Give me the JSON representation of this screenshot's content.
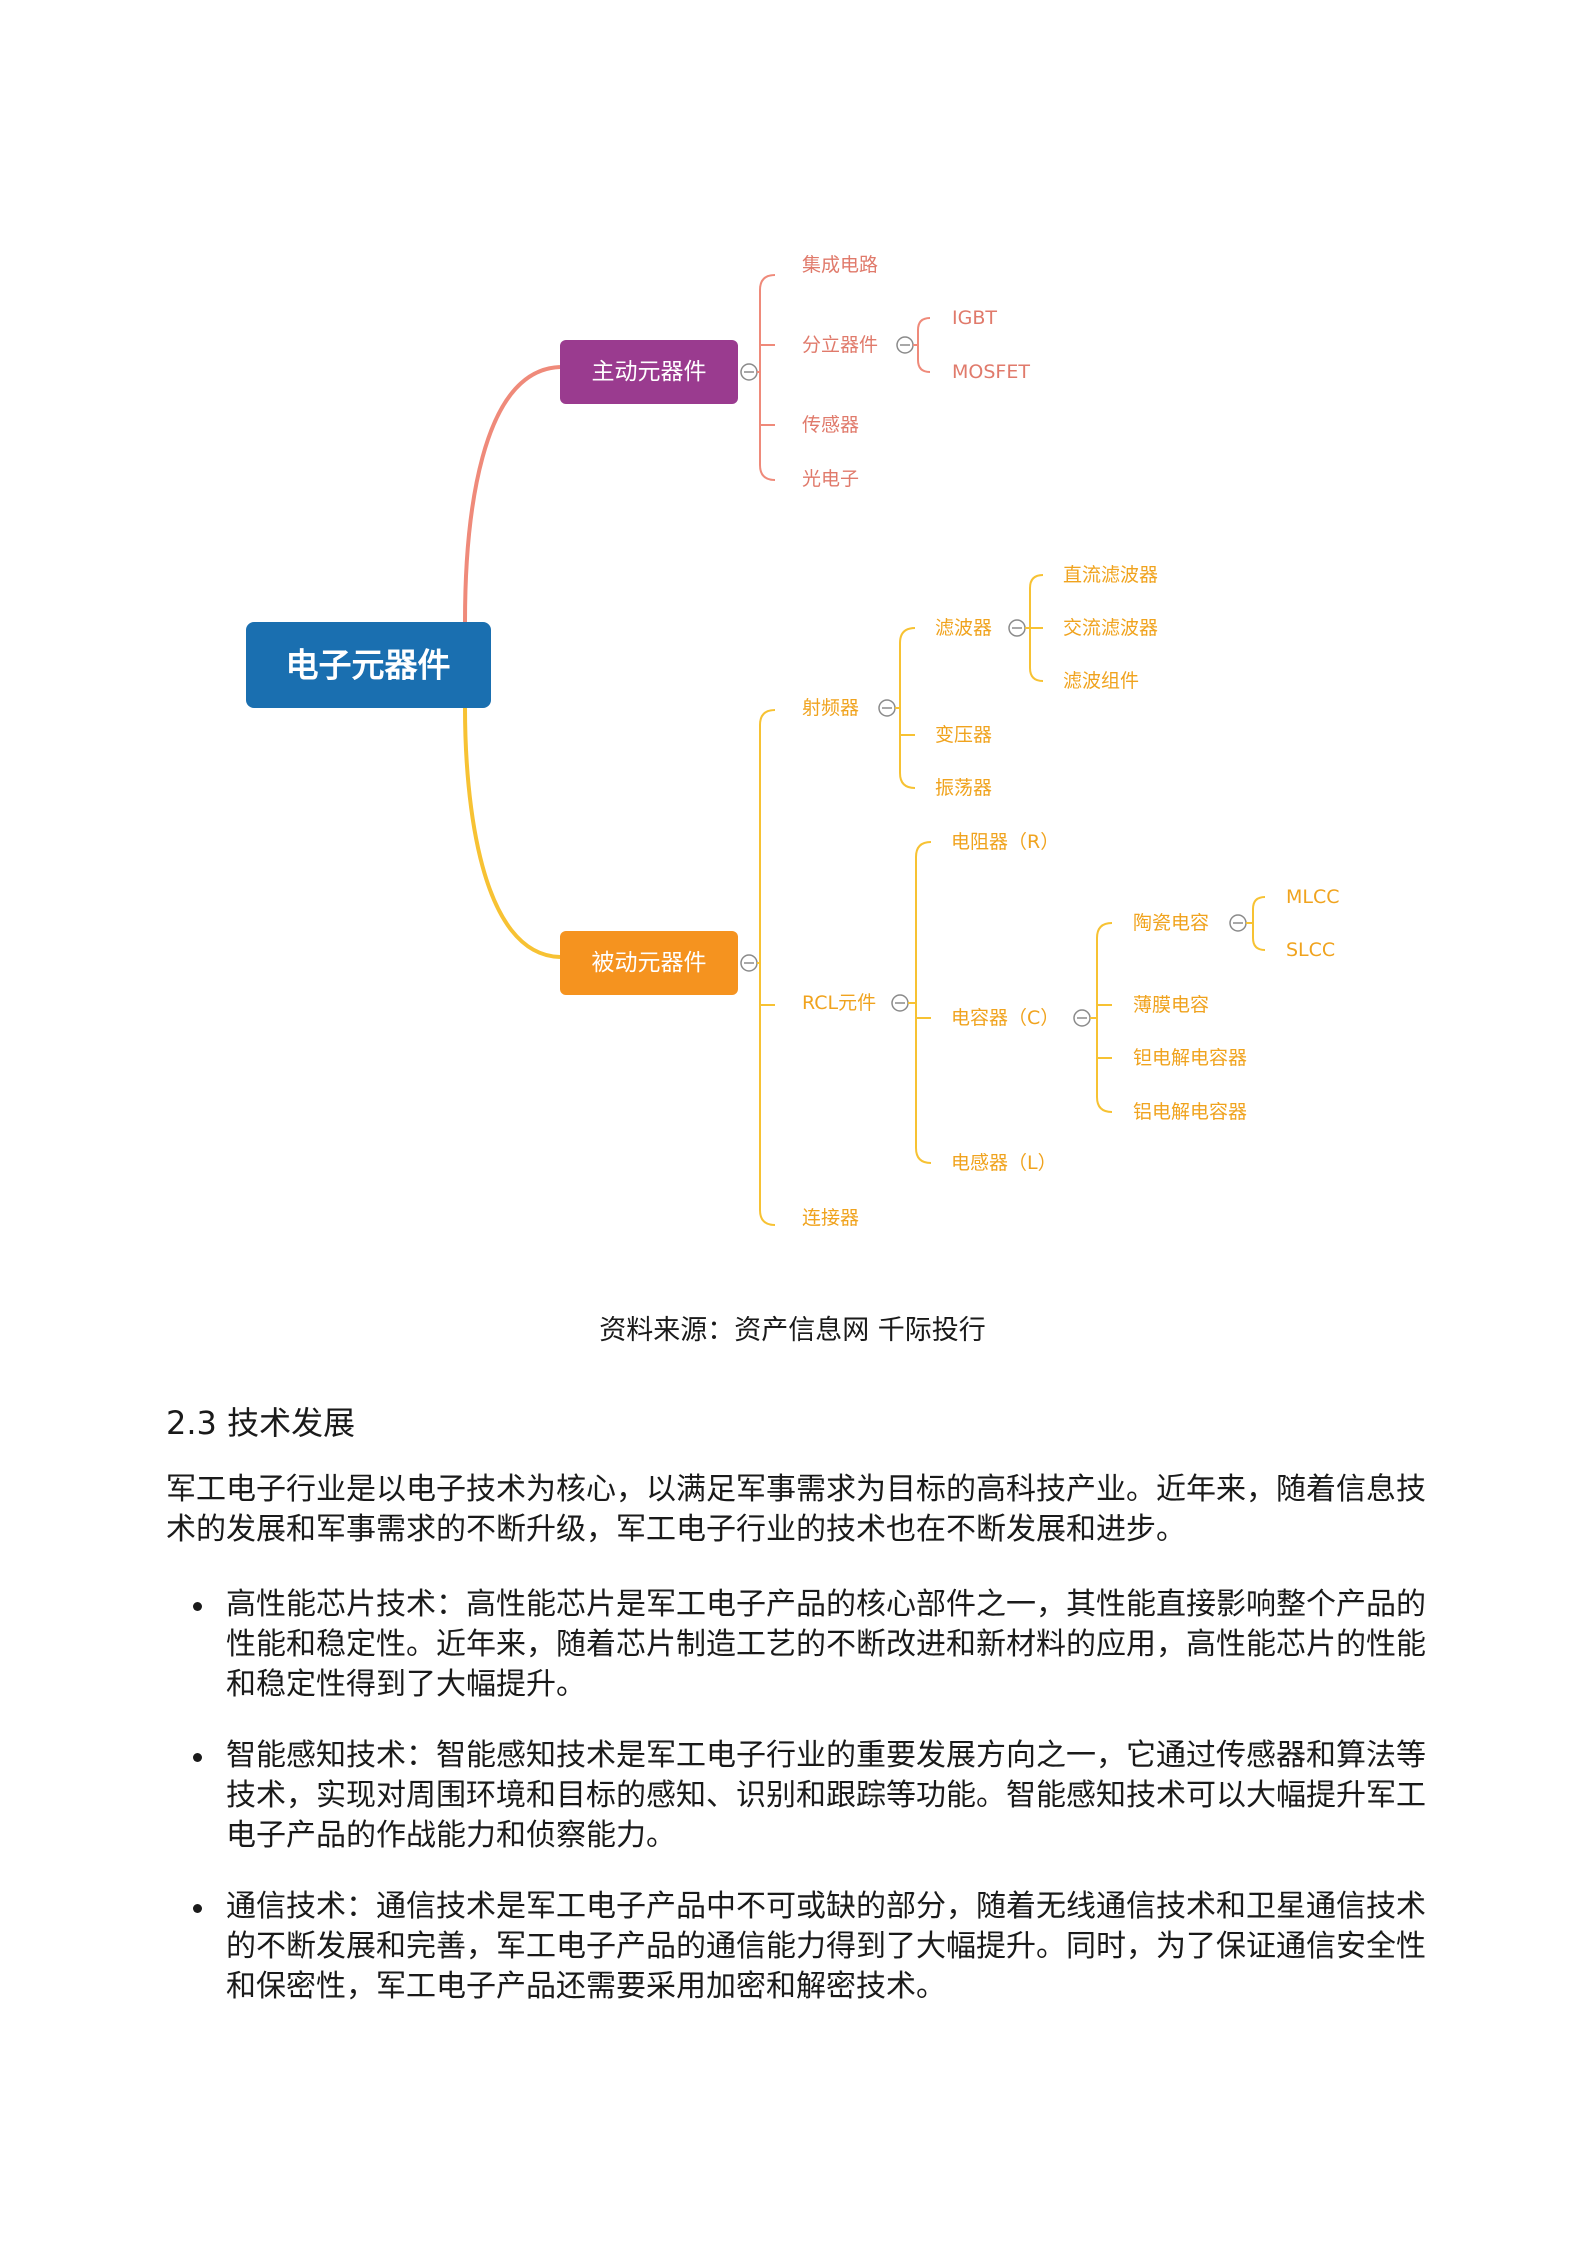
{
  "mindmap": {
    "root": "电子元器件",
    "active": {
      "label": "主动元器件",
      "children": [
        "集成电路",
        "分立器件",
        "传感器",
        "光电子"
      ],
      "discrete_children": [
        "IGBT",
        "MOSFET"
      ]
    },
    "passive": {
      "label": "被动元器件",
      "children": [
        "射频器",
        "RCL元件",
        "连接器"
      ],
      "rf_children": [
        "滤波器",
        "变压器",
        "振荡器"
      ],
      "filter_children": [
        "直流滤波器",
        "交流滤波器",
        "滤波组件"
      ],
      "rcl_children": [
        "电阻器（R）",
        "电容器（C）",
        "电感器（L）"
      ],
      "capacitor_children": [
        "陶瓷电容",
        "薄膜电容",
        "钽电解电容器",
        "铝电解电容器"
      ],
      "ceramic_children": [
        "MLCC",
        "SLCC"
      ]
    },
    "colors": {
      "root": "#1a6fb0",
      "active": "#9a3b8f",
      "passive": "#f5931f",
      "active_text": "#e07a6b",
      "passive_text": "#f0a31e",
      "active_branch_line": "#ef8a7a",
      "passive_branch_line": "#f7c233"
    }
  },
  "caption": "资料来源：资产信息网 千际投行",
  "section_title": "2.3 技术发展",
  "intro": "军工电子行业是以电子技术为核心，以满足军事需求为目标的高科技产业。近年来，随着信息技术的发展和军事需求的不断升级，军工电子行业的技术也在不断发展和进步。",
  "bullets": [
    "高性能芯片技术：高性能芯片是军工电子产品的核心部件之一，其性能直接影响整个产品的性能和稳定性。近年来，随着芯片制造工艺的不断改进和新材料的应用，高性能芯片的性能和稳定性得到了大幅提升。",
    "智能感知技术：智能感知技术是军工电子行业的重要发展方向之一，它通过传感器和算法等技术，实现对周围环境和目标的感知、识别和跟踪等功能。智能感知技术可以大幅提升军工电子产品的作战能力和侦察能力。",
    "通信技术：通信技术是军工电子产品中不可或缺的部分，随着无线通信技术和卫星通信技术的不断发展和完善，军工电子产品的通信能力得到了大幅提升。同时，为了保证通信安全性和保密性，军工电子产品还需要采用加密和解密技术。"
  ]
}
